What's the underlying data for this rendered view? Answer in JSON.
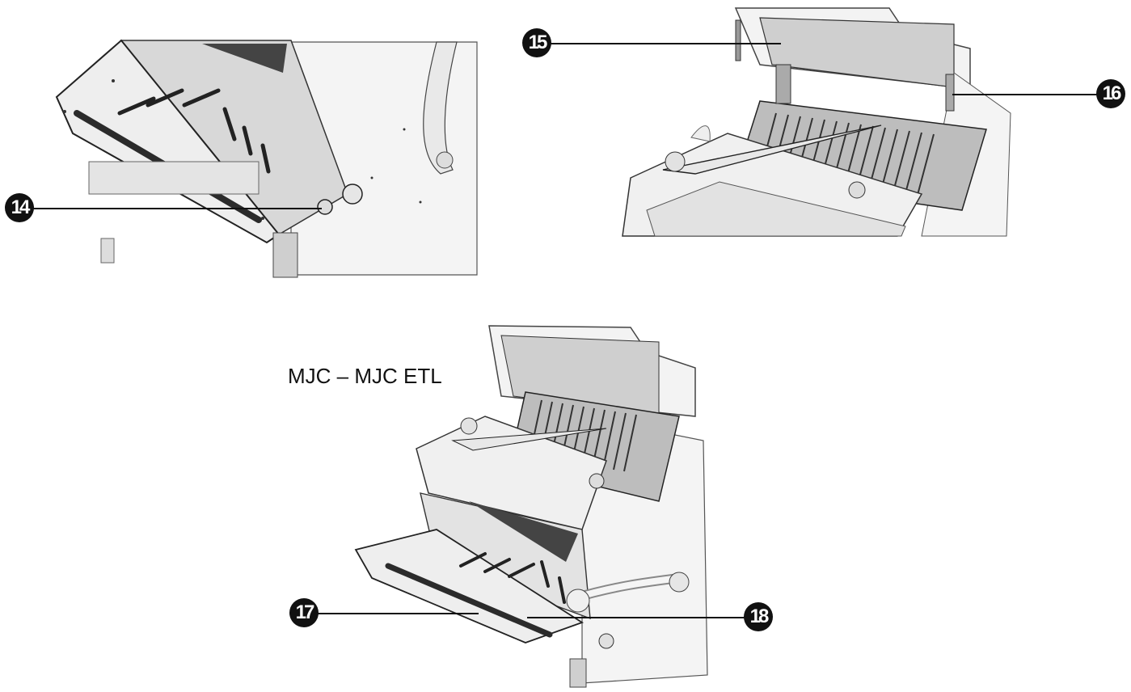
{
  "model_label": "MJC – MJC ETL",
  "callouts": {
    "c14": "14",
    "c15": "15",
    "c16": "16",
    "c17": "17",
    "c18": "18"
  },
  "colors": {
    "ink": "#111111",
    "line_gray": "#555555",
    "metal_light": "#f2f2f2",
    "metal_mid": "#d9d9d9",
    "metal_dark": "#2b2b2b"
  }
}
